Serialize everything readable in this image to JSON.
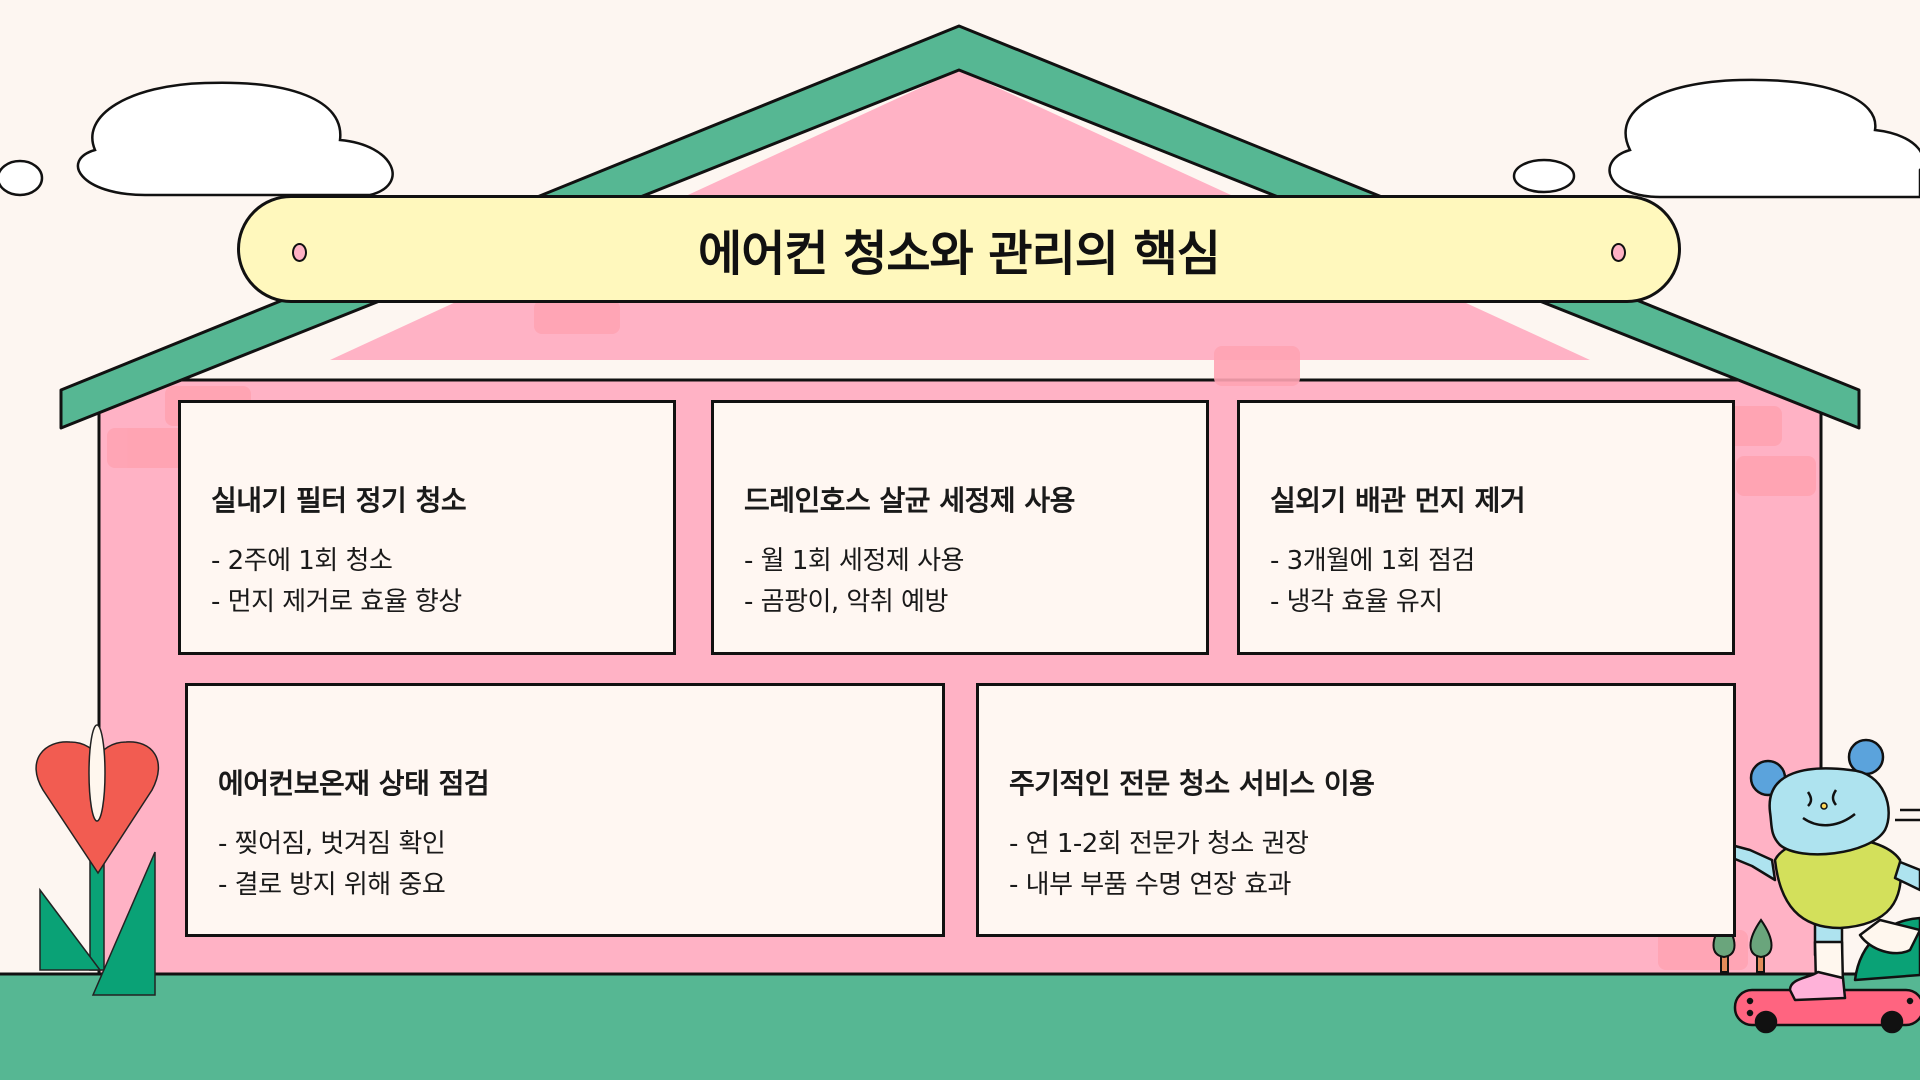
{
  "slide": {
    "title": "에어컨 청소와 관리의 핵심",
    "cards": [
      {
        "heading": "실내기 필터 정기 청소",
        "lines": [
          "- 2주에 1회 청소",
          "- 먼지 제거로 효율 향상"
        ]
      },
      {
        "heading": "드레인호스 살균 세정제 사용",
        "lines": [
          "- 월 1회 세정제 사용",
          "- 곰팡이, 악취 예방"
        ]
      },
      {
        "heading": "실외기 배관 먼지 제거",
        "lines": [
          "- 3개월에 1회 점검",
          "- 냉각 효율 유지"
        ]
      },
      {
        "heading": "에어컨보온재 상태 점검",
        "lines": [
          "- 찢어짐, 벗겨짐 확인",
          "- 결로 방지 위해 중요"
        ]
      },
      {
        "heading": "주기적인 전문 청소 서비스 이용",
        "lines": [
          "- 연 1-2회 전문가 청소 권장",
          "- 내부 부품 수명 연장 효과"
        ]
      }
    ]
  },
  "colors": {
    "background": "#fdf6f1",
    "roof": "#56b793",
    "house": "#ffb2c5",
    "brick": "#ffa3b2",
    "banner": "#fff8bd",
    "card": "#fff7f2",
    "ground": "#56b793",
    "flower": "#f25c51",
    "leaf": "#0aa276",
    "character_body": "#aee3ef",
    "character_ears": "#5ba3dc",
    "shirt": "#d3e05b",
    "skateboard": "#ff6480"
  }
}
